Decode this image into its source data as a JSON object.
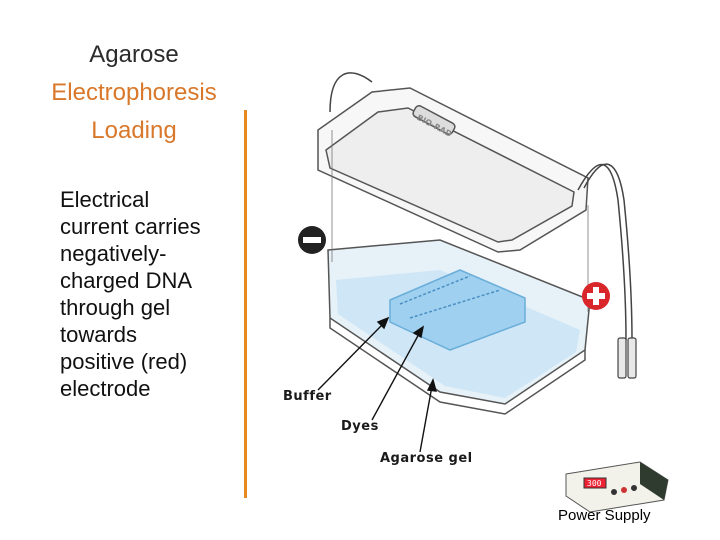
{
  "title": {
    "line1": "Agarose",
    "line2": "Electrophoresis",
    "line3": "Loading"
  },
  "description": {
    "lines": [
      "Electrical",
      "current carries",
      "negatively-",
      "charged DNA",
      "through gel",
      "towards",
      "positive (red)",
      "electrode"
    ]
  },
  "diagram": {
    "labels": {
      "buffer": "Buffer",
      "dyes": "Dyes",
      "gel": "Agarose gel",
      "power_supply": "Power Supply",
      "lid_brand": "BIO-RAD",
      "display": "300"
    },
    "colors": {
      "accent": "#e8891f",
      "negative": "#222222",
      "positive": "#d8262a",
      "buffer": "#cfe6f7",
      "gel": "#9fd0ef"
    },
    "icons": [
      "minus-electrode-icon",
      "plus-electrode-icon"
    ]
  }
}
